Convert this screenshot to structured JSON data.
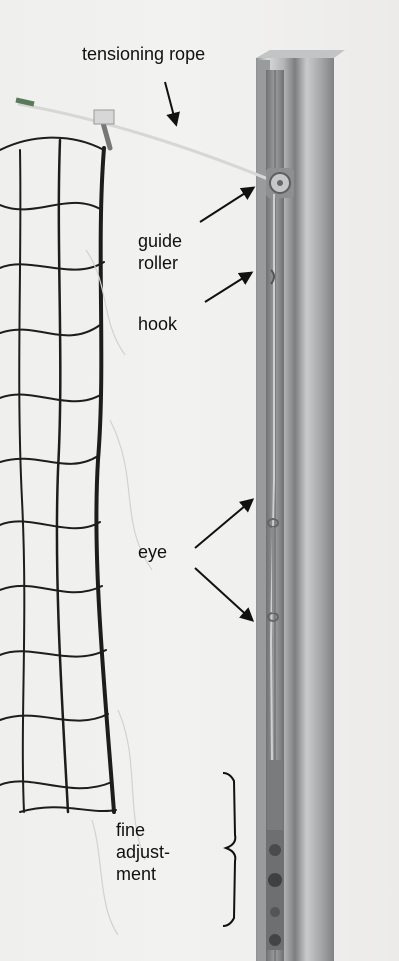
{
  "labels": {
    "tensioning_rope": "tensioning rope",
    "guide_roller_line1": "guide",
    "guide_roller_line2": "roller",
    "hook": "hook",
    "eye": "eye",
    "fine_adjustment_line1": "fine",
    "fine_adjustment_line2": "adjust-",
    "fine_adjustment_line3": "ment"
  },
  "colors": {
    "background": "#f0efed",
    "post": "#a8a9ab",
    "net": "#222222",
    "arrow": "#111111"
  }
}
